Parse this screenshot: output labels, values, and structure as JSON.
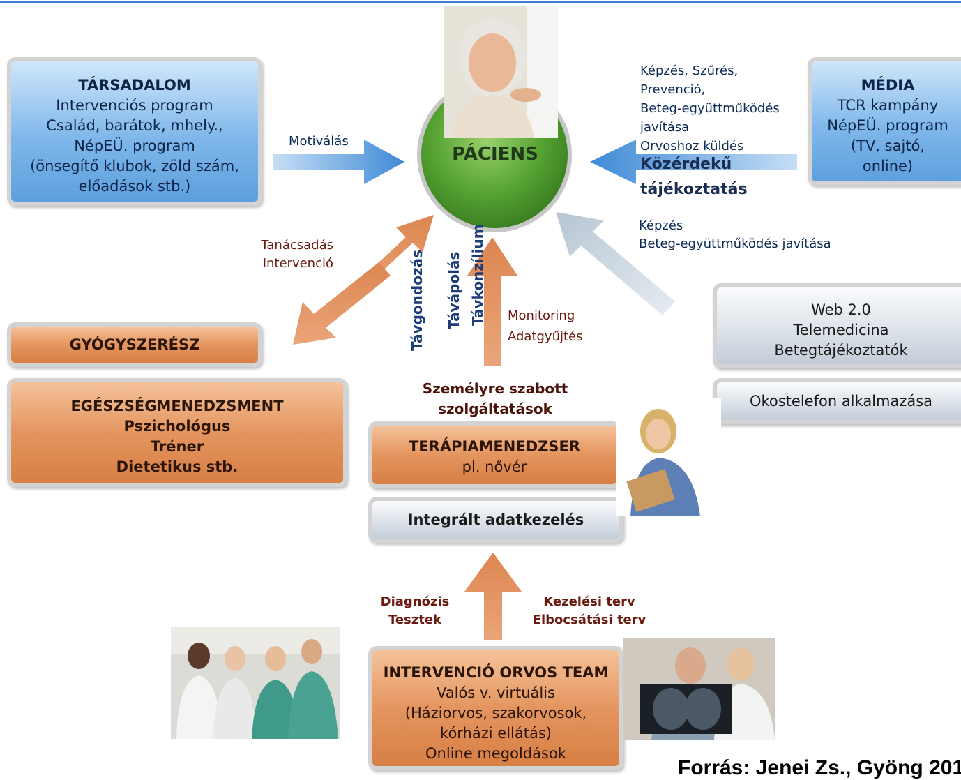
{
  "center": {
    "label": "PÁCIENS"
  },
  "boxes": {
    "tarsadalom": [
      "TÁRSADALOM",
      "Intervenciós program",
      "Család, barátok, mhely.,",
      "NépEÜ. program",
      "(önsegítő klubok, zöld szám,",
      "előadások stb.)"
    ],
    "media": [
      "MÉDIA",
      "TCR kampány",
      "NépEÜ. program",
      "(TV, sajtó,",
      "online)"
    ],
    "gyogyszeresz": "GYÓGYSZERÉSZ",
    "egeszseg": [
      "EGÉSZSÉGMENEDZSMENT",
      "Pszichológus",
      "Tréner",
      "Dietetikus stb."
    ],
    "web": [
      "Web 2.0",
      "Telemedicina",
      "Betegtájékoztatók"
    ],
    "okostelefon": "Okostelefon alkalmazása",
    "terapia": [
      "TERÁPIAMENEDZSER",
      "pl. nővér"
    ],
    "integralt": "Integrált adatkezelés",
    "orvos": [
      "INTERVENCIÓ ORVOS TEAM",
      "Valós v. virtuális",
      "(Háziorvos, szakorvosok,",
      "kórházi ellátás)",
      "Online megoldások"
    ]
  },
  "labels": {
    "motivalas": "Motiválás",
    "media_arrow": [
      "Képzés, Szűrés,",
      "Prevenció,",
      "Beteg-együttműködés",
      "javítása",
      "Orvoshoz küldés"
    ],
    "kozerdeku": [
      "Közérdekű",
      "tájékoztatás"
    ],
    "web_arrow": [
      "Képzés",
      "Beteg-együttműködés javítása"
    ],
    "tanacsadas": [
      "Tanácsadás",
      "Intervenció"
    ],
    "tavgondozas": "Távgondozás",
    "tavapolas": "Távápolás",
    "tavkonzilium": "Távkonzílium",
    "monitoring": [
      "Monitoring",
      "Adatgyűjtés"
    ],
    "szemelyre": [
      "Személyre szabott",
      "szolgáltatások"
    ],
    "diagnozis": [
      "Diagnózis",
      "Tesztek"
    ],
    "kezelesi": [
      "Kezelési terv",
      "Elbocsátási terv"
    ],
    "footer": "Forrás: Jenei Zs., Gyöng 201"
  },
  "colors": {
    "blue_box": "#7fb7ea",
    "orange_box": "#e4955f",
    "grey_box": "#dde3ea",
    "patient_green": "#4f9e2f",
    "arrow_orange": "#e39464",
    "arrow_blue": "#5ea2df",
    "arrow_grey": "#c9d4df"
  },
  "icons": [
    "patient-photo",
    "nurse-photo",
    "doctor-team-photo",
    "xray-doctors-photo"
  ]
}
